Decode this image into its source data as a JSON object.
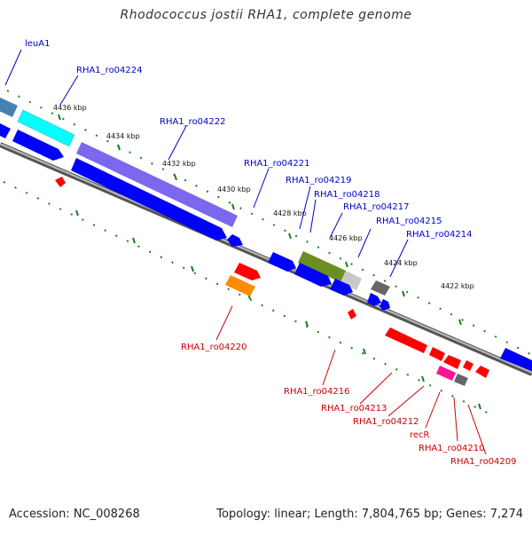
{
  "title": "Rhodococcus jostii RHA1, complete genome",
  "footer": {
    "accession": "Accession: NC_008268",
    "topology": "Topology: linear; Length: 7,804,765 bp; Genes: 7,274"
  },
  "colors": {
    "forward_label": "#0000cc",
    "reverse_label": "#cc0000",
    "backbone": "#7a7a7a",
    "tick": "#1f7a1f"
  },
  "scale_labels": [
    "4436 kbp",
    "4434 kbp",
    "4432 kbp",
    "4430 kbp",
    "4428 kbp",
    "4426 kbp",
    "4424 kbp",
    "4422 kbp"
  ],
  "forward_labels": [
    "leuA1",
    "RHA1_ro04224",
    "RHA1_ro04222",
    "RHA1_ro04221",
    "RHA1_ro04219",
    "RHA1_ro04218",
    "RHA1_ro04217",
    "RHA1_ro04215",
    "RHA1_ro04214"
  ],
  "reverse_labels": [
    "RHA1_ro04220",
    "RHA1_ro04216",
    "RHA1_ro04213",
    "RHA1_ro04212",
    "recR",
    "RHA1_ro04210",
    "RHA1_ro04209"
  ]
}
